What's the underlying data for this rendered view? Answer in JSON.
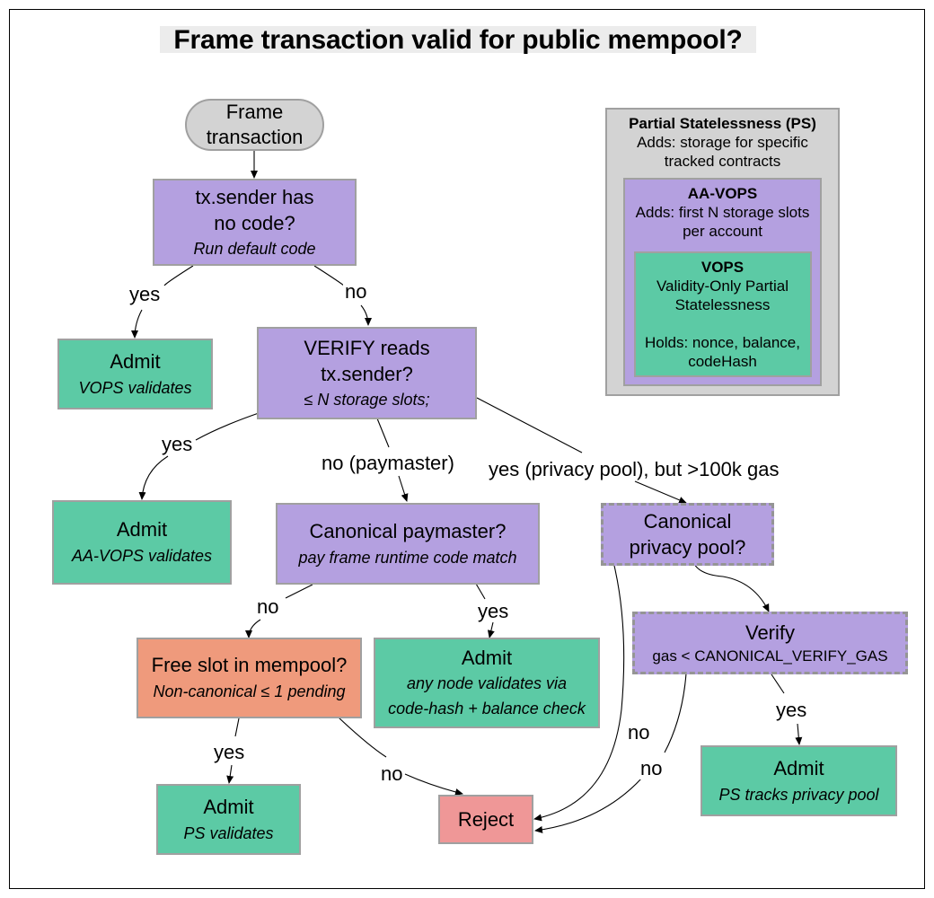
{
  "title": "Frame transaction valid for public mempool?",
  "colors": {
    "decision": "#b4a0e0",
    "admit": "#5ccaa5",
    "free_slot": "#ef9a7c",
    "reject": "#ef9797",
    "start": "#d3d3d3",
    "ps_outer": "#d3d3d3"
  },
  "nodes": {
    "start": {
      "line1": "Frame",
      "line2": "transaction"
    },
    "sender_no_code": {
      "line1": "tx.sender has",
      "line2": "no code?",
      "sub": "Run default code"
    },
    "admit_vops": {
      "title": "Admit",
      "sub": "VOPS validates"
    },
    "verify_reads": {
      "line1": "VERIFY reads",
      "line2": "tx.sender?",
      "sub": "≤ N storage slots;"
    },
    "admit_aavops": {
      "title": "Admit",
      "sub": "AA-VOPS validates"
    },
    "canonical_paymaster": {
      "title": "Canonical paymaster?",
      "sub": "pay frame runtime code match"
    },
    "canonical_privacy": {
      "line1": "Canonical",
      "line2": "privacy pool?"
    },
    "free_slot": {
      "title": "Free slot in mempool?",
      "sub": "Non-canonical ≤ 1 pending"
    },
    "admit_any_node": {
      "title": "Admit",
      "sub1": "any node validates via",
      "sub2": "code-hash + balance check"
    },
    "verify_gas": {
      "title": "Verify",
      "sub": "gas < CANONICAL_VERIFY_GAS"
    },
    "admit_ps": {
      "title": "Admit",
      "sub": "PS validates"
    },
    "reject": {
      "title": "Reject"
    },
    "admit_privacy": {
      "title": "Admit",
      "sub": "PS tracks privacy pool"
    }
  },
  "edge_labels": {
    "e1_yes": "yes",
    "e1_no": "no",
    "e2_yes": "yes",
    "e2_no_paymaster": "no (paymaster)",
    "e2_yes_privacy": "yes (privacy pool), but >100k gas",
    "e3_no": "no",
    "e3_yes": "yes",
    "e4_yes": "yes",
    "e4_no": "no",
    "e5_no": "no",
    "e6_no": "no",
    "e6_yes": "yes"
  },
  "legend": {
    "ps": {
      "title": "Partial Statelessness (PS)",
      "line1": "Adds: storage for specific",
      "line2": "tracked contracts"
    },
    "aavops": {
      "title": "AA-VOPS",
      "line1": "Adds: first N storage slots",
      "line2": "per account"
    },
    "vops": {
      "title": "VOPS",
      "line1": "Validity-Only Partial",
      "line2": "Statelessness",
      "line3": "Holds: nonce, balance,",
      "line4": "codeHash"
    }
  }
}
